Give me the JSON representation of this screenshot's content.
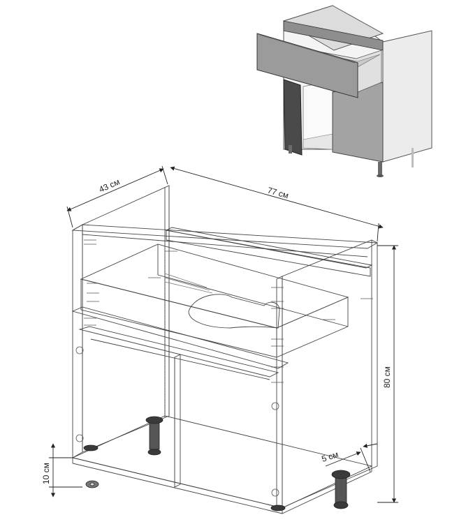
{
  "dimensions": {
    "depth": "43 см",
    "width": "77 см",
    "height": "80 см",
    "leg_height": "10 см",
    "leg_inset": "5 см"
  },
  "colors": {
    "panel_grey": "#9b9b9b",
    "panel_dark": "#4a4a4a",
    "panel_light": "#d6d6d6",
    "line": "#3a3a3a",
    "wire": "#6b6b6b"
  },
  "icons": {
    "preview": "cabinet-3d-render",
    "legs": "adjustable-leg-icon"
  }
}
